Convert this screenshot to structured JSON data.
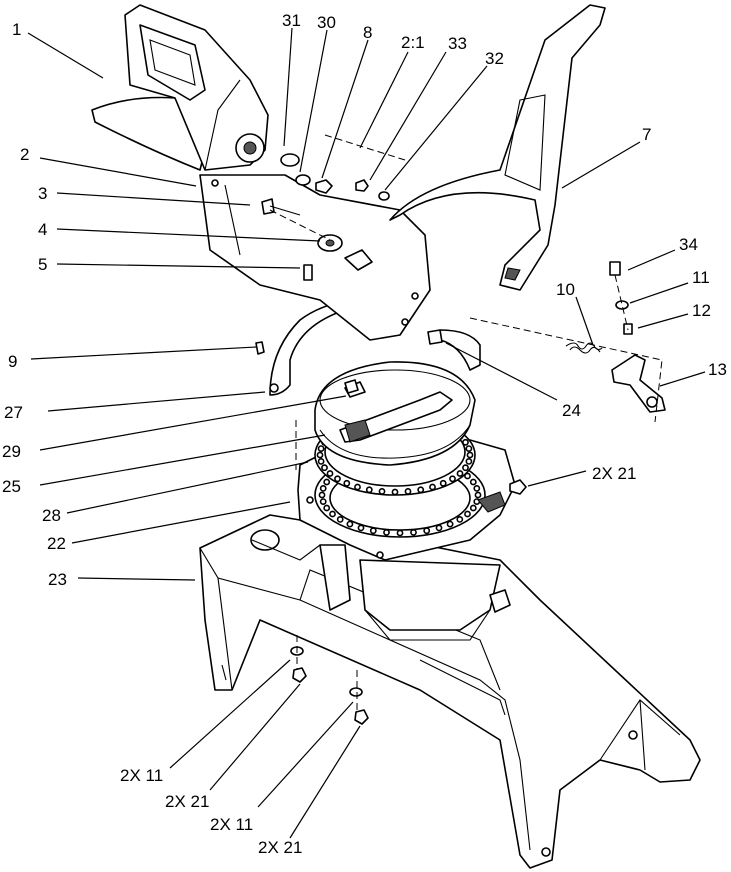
{
  "callouts": [
    {
      "id": "c1",
      "text": "1"
    },
    {
      "id": "c31",
      "text": "31"
    },
    {
      "id": "c30",
      "text": "30"
    },
    {
      "id": "c8",
      "text": "8"
    },
    {
      "id": "c21ratio",
      "text": "2:1"
    },
    {
      "id": "c33",
      "text": "33"
    },
    {
      "id": "c32",
      "text": "32"
    },
    {
      "id": "c2",
      "text": "2"
    },
    {
      "id": "c7",
      "text": "7"
    },
    {
      "id": "c3",
      "text": "3"
    },
    {
      "id": "c4",
      "text": "4"
    },
    {
      "id": "c5",
      "text": "5"
    },
    {
      "id": "c34",
      "text": "34"
    },
    {
      "id": "c10",
      "text": "10"
    },
    {
      "id": "c11",
      "text": "11"
    },
    {
      "id": "c12",
      "text": "12"
    },
    {
      "id": "c9",
      "text": "9"
    },
    {
      "id": "c13",
      "text": "13"
    },
    {
      "id": "c27",
      "text": "27"
    },
    {
      "id": "c24",
      "text": "24"
    },
    {
      "id": "c29",
      "text": "29"
    },
    {
      "id": "c25",
      "text": "25"
    },
    {
      "id": "c2x21a",
      "text": "2X 21"
    },
    {
      "id": "c28",
      "text": "28"
    },
    {
      "id": "c22",
      "text": "22"
    },
    {
      "id": "c23",
      "text": "23"
    },
    {
      "id": "c2x11a",
      "text": "2X 11"
    },
    {
      "id": "c2x21b",
      "text": "2X 21"
    },
    {
      "id": "c2x11b",
      "text": "2X 11"
    },
    {
      "id": "c2x21c",
      "text": "2X 21"
    }
  ]
}
